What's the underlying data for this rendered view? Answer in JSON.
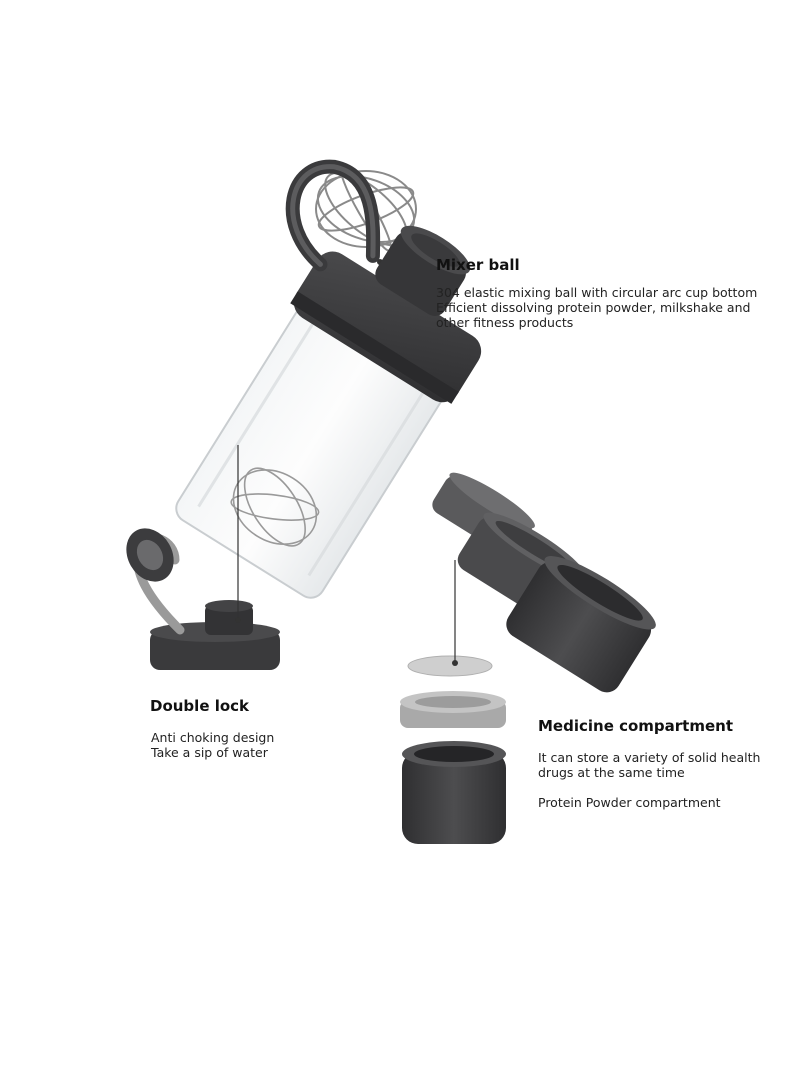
{
  "features": {
    "mixer_ball": {
      "title": "Mixer ball",
      "lines": [
        "304 elastic mixing ball with circular arc cup bottom",
        "Efficient dissolving protein powder, milkshake and",
        "other fitness products"
      ]
    },
    "double_lock": {
      "title": "Double lock",
      "lines": [
        "Anti choking design",
        "Take a sip of water"
      ]
    },
    "medicine_compartment": {
      "title": "Medicine compartment",
      "lines": [
        "It can store a variety of solid health",
        "drugs at the same time"
      ],
      "extra": "Protein Powder compartment"
    }
  },
  "colors": {
    "dark_gray": "#3c3c3e",
    "mid_gray": "#5a5a5c",
    "light_gray": "#b8b8b8",
    "text": "#1a1a1a"
  }
}
